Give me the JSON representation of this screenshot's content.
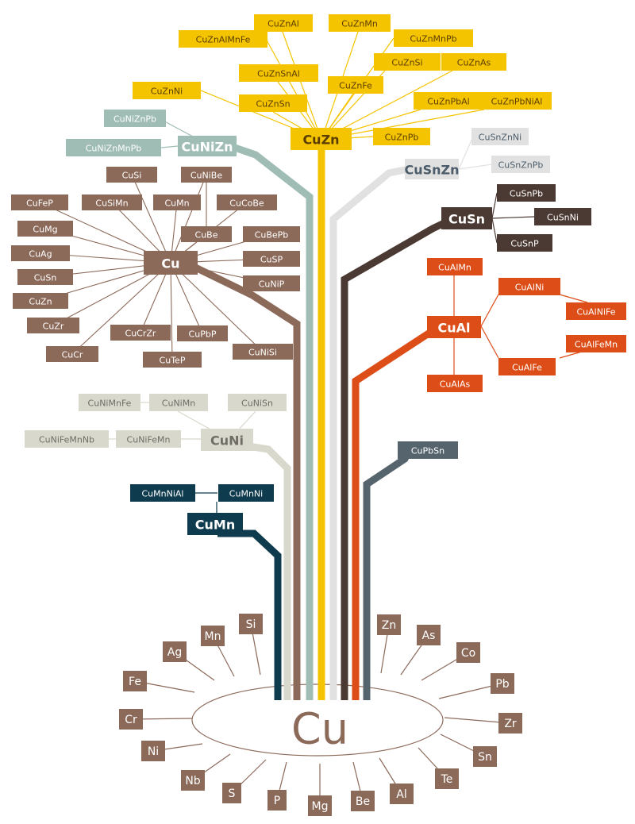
{
  "colors": {
    "brass": "#f5c400",
    "brass_text": "#5a3d00",
    "copper": "#8c6a5a",
    "nickel_silver": "#9fbdb5",
    "silver_gray": "#e0e1e0",
    "silver_text": "#4c5c6a",
    "bronze": "#4b3a33",
    "aluminium": "#dc4d17",
    "lead_tin": "#56646d",
    "manganese": "#0f3b4e",
    "nickel": "#d8d8cc",
    "nickel_text": "#6f6d66",
    "white": "#ffffff"
  },
  "center": {
    "label": "Cu"
  },
  "elements": [
    "Mn",
    "Si",
    "Ag",
    "Fe",
    "Cr",
    "Ni",
    "Nb",
    "S",
    "P",
    "Mg",
    "Be",
    "Al",
    "Te",
    "Sn",
    "Zr",
    "Pb",
    "Co",
    "As",
    "Zn"
  ],
  "groups": {
    "cuzn": {
      "hub": "CuZn",
      "items": [
        "CuZnAlMnFe",
        "CuZnAl",
        "CuZnMn",
        "CuZnMnPb",
        "CuZnSnAl",
        "CuZnSi",
        "CuZnAs",
        "CuZnNi",
        "CuZnFe",
        "CuZnSn",
        "CuZnPbAl",
        "CuZnPbNiAl",
        "CuZnPb"
      ]
    },
    "cunizn": {
      "hub": "CuNiZn",
      "items": [
        "CuNiZnPb",
        "CuNiZnMnPb"
      ]
    },
    "cusnzn": {
      "hub": "CuSnZn",
      "items": [
        "CuSnZnNi",
        "CuSnZnPb"
      ]
    },
    "cu": {
      "hub": "Cu",
      "items": [
        "CuSi",
        "CuNiBe",
        "CuFeP",
        "CuSiMn",
        "CuMn",
        "CuCoBe",
        "CuMg",
        "CuBe",
        "CuBePb",
        "CuAg",
        "CuSP",
        "CuSn",
        "CuNiP",
        "CuZn",
        "CuZr",
        "CuCrZr",
        "CuPbP",
        "CuCr",
        "CuTeP",
        "CuNiSi"
      ]
    },
    "cusn": {
      "hub": "CuSn",
      "items": [
        "CuSnPb",
        "CuSnNi",
        "CuSnP"
      ]
    },
    "cual": {
      "hub": "CuAl",
      "items": [
        "CuAlMn",
        "CuAlNi",
        "CuAlNiFe",
        "CuAlFeMn",
        "CuAlFe",
        "CuAlAs"
      ]
    },
    "cuni": {
      "hub": "CuNi",
      "items": [
        "CuNiMnFe",
        "CuNiMn",
        "CuNiSn",
        "CuNiFeMnNb",
        "CuNiFeMn"
      ]
    },
    "cupbsn": {
      "hub": "CuPbSn"
    },
    "cumn": {
      "hub": "CuMn",
      "items": [
        "CuMnNiAl",
        "CuMnNi"
      ]
    }
  }
}
